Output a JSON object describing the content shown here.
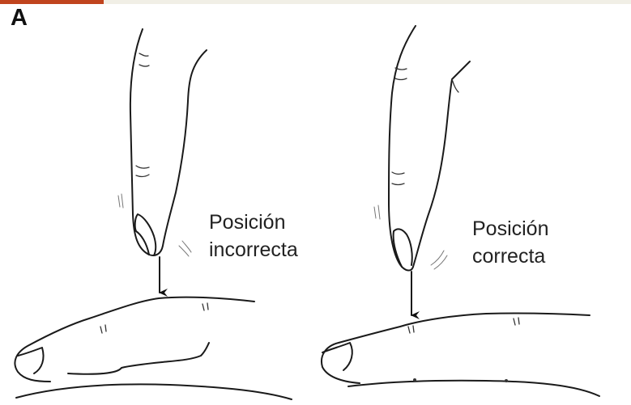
{
  "panel": {
    "letter": "A"
  },
  "left_panel": {
    "caption_line1": "Posición",
    "caption_line2": "incorrecta"
  },
  "right_panel": {
    "caption_line1": "Posición",
    "caption_line2": "correcta"
  }
}
